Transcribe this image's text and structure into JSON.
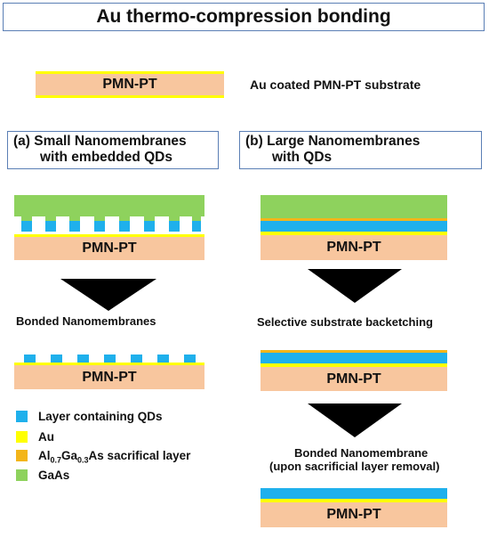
{
  "title": "Au thermo-compression bonding",
  "substrate": {
    "label": "PMN-PT",
    "caption": "Au coated PMN-PT substrate"
  },
  "panel_a": {
    "heading_line1": "(a) Small Nanomembranes",
    "heading_line2": "with embedded QDs",
    "pmn_label": "PMN-PT",
    "step_label": "Bonded Nanomembranes",
    "pmn_label_final": "PMN-PT"
  },
  "panel_b": {
    "heading_line1": "(b) Large Nanomembranes",
    "heading_line2": "with QDs",
    "pmn_label": "PMN-PT",
    "step1_label": "Selective substrate backetching",
    "pmn_label_mid": "PMN-PT",
    "step2_label_line1": "Bonded Nanomembrane",
    "step2_label_line2": "(upon sacrificial layer removal)",
    "pmn_label_final": "PMN-PT"
  },
  "legend": {
    "qd": "Layer containing QDs",
    "au": "Au",
    "alga_prefix": "Al",
    "alga_sub1": "0.7",
    "alga_mid": "Ga",
    "alga_sub2": "0.3",
    "alga_suffix": "As  sacrifical layer",
    "gaas": "GaAs"
  },
  "colors": {
    "pmn_pt": "#f8c69e",
    "au": "#ffff00",
    "alga_as": "#f3b51a",
    "qd_layer": "#1fb0ec",
    "gaas": "#8ed25d",
    "box_border": "#5b7fb5"
  }
}
